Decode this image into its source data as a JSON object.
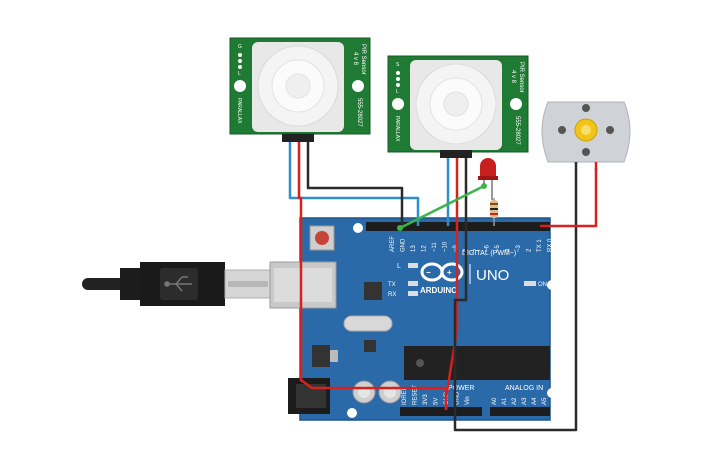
{
  "pir_left": {
    "header": "PIR Sensor",
    "subheader": "4 v 8",
    "part_number": "555-28027",
    "brand": "PARALLAX",
    "pin_marks": [
      "G",
      "",
      "",
      "L"
    ]
  },
  "pir_right": {
    "header": "PIR Sensor",
    "subheader": "4 v 8",
    "part_number": "555-28027",
    "brand": "PARALLAX",
    "pin_marks": [
      "S",
      "",
      "",
      "L"
    ]
  },
  "board": {
    "model": "UNO",
    "brand": "ARDUINO",
    "digital_label": "DIGITAL (PWM~)",
    "power_label": "POWER",
    "analog_label": "ANALOG IN",
    "on_label": "ON",
    "led_labels": [
      "L",
      "TX",
      "RX"
    ],
    "top_pins": [
      "AREF",
      "GND",
      "13",
      "12",
      "~11",
      "~10",
      "~9",
      "8",
      "7",
      "~6",
      "~5",
      "4",
      "~3",
      "2",
      "TX 1",
      "RX 0"
    ],
    "power_pins": [
      "IOREF",
      "RESET",
      "3V3",
      "5V",
      "GND",
      "GND",
      "Vin"
    ],
    "analog_pins": [
      "A0",
      "A1",
      "A2",
      "A3",
      "A4",
      "A5"
    ]
  },
  "colors": {
    "pir_pcb": "#1f7a33",
    "board": "#2a6aa8",
    "wire_red": "#d8201f",
    "wire_black": "#2a2a2a",
    "wire_blue": "#2b8fd0",
    "wire_green": "#3cb44b",
    "led": "#c81e1e",
    "motor_body": "#cfd2d6",
    "motor_gear": "#f2c419"
  }
}
